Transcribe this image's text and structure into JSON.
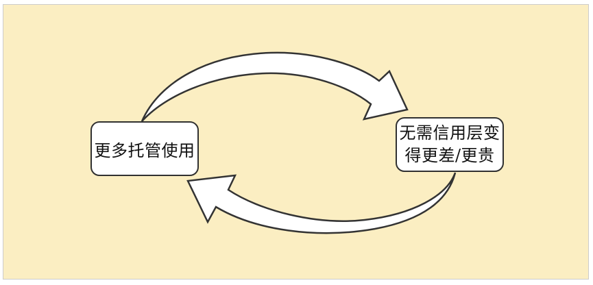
{
  "colors": {
    "page_background": "#ffffff",
    "panel_background": "#FBEEC2",
    "panel_border": "#cccccc",
    "node_fill": "#ffffff",
    "node_border": "#303030",
    "text": "#111111",
    "arrow_fill": "#ffffff",
    "arrow_stroke": "#333333"
  },
  "diagram": {
    "type": "cycle",
    "left_node": {
      "label": "更多托管使用"
    },
    "right_node": {
      "line1": "无需信用层变",
      "line2": "得更差/更贵"
    },
    "arrows": [
      {
        "id": "top",
        "from": "left_node",
        "to": "right_node",
        "fill": "#ffffff",
        "stroke": "#333333"
      },
      {
        "id": "bottom",
        "from": "right_node",
        "to": "left_node",
        "fill": "#ffffff",
        "stroke": "#333333"
      }
    ]
  }
}
